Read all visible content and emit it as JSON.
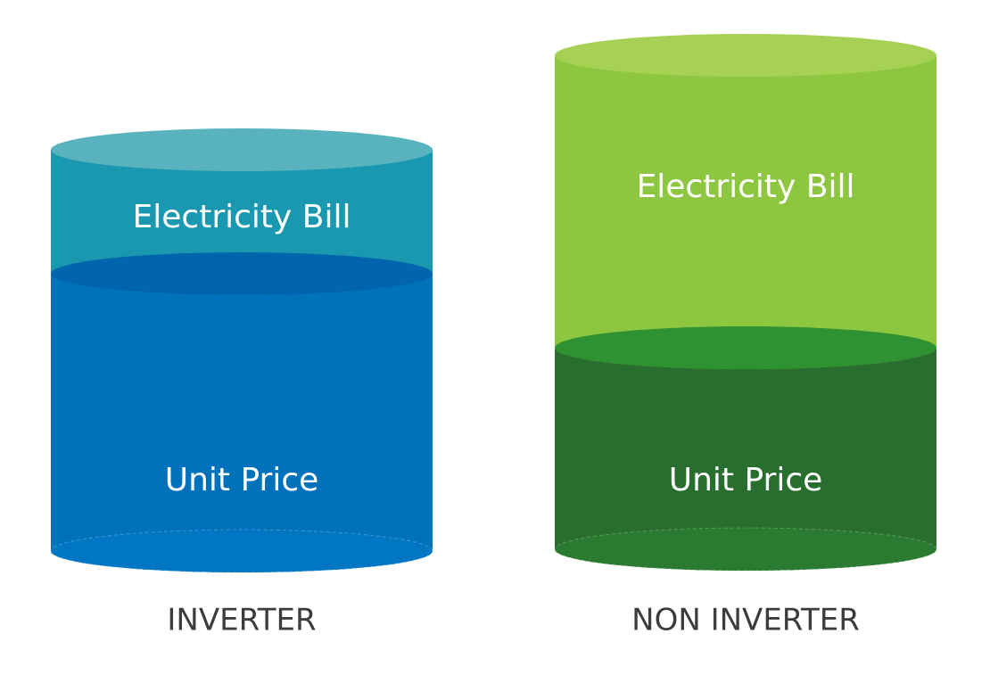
{
  "cylinders": [
    {
      "caption": "INVERTER",
      "top_label": "Electricity Bill",
      "bottom_label": "Unit Price",
      "colors": {
        "top_body": "#1a98b0",
        "top_cap": "#59b3bf",
        "bottom_body": "#0071bb",
        "bottom_cap": "#0065ad",
        "base": "#0177c4"
      }
    },
    {
      "caption": "NON INVERTER",
      "top_label": "Electricity Bill",
      "bottom_label": "Unit Price",
      "colors": {
        "top_body": "#8dc63f",
        "top_cap": "#a6d155",
        "bottom_body": "#286e2e",
        "bottom_cap": "#2e9132",
        "base": "#2a7b31"
      }
    }
  ]
}
